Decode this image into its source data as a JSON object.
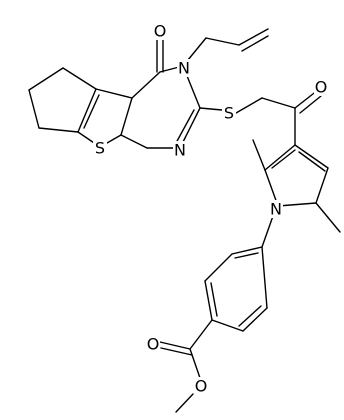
{
  "structure": {
    "atom_labels": {
      "o_ketone_top": "O",
      "n_ring_upper": "N",
      "n_ring_lower": "N",
      "s_thiophene": "S",
      "s_thioether": "S",
      "o_acyl": "O",
      "n_pyrrole": "N",
      "o_ester_carbonyl": "O",
      "o_ester_ether": "O"
    }
  }
}
